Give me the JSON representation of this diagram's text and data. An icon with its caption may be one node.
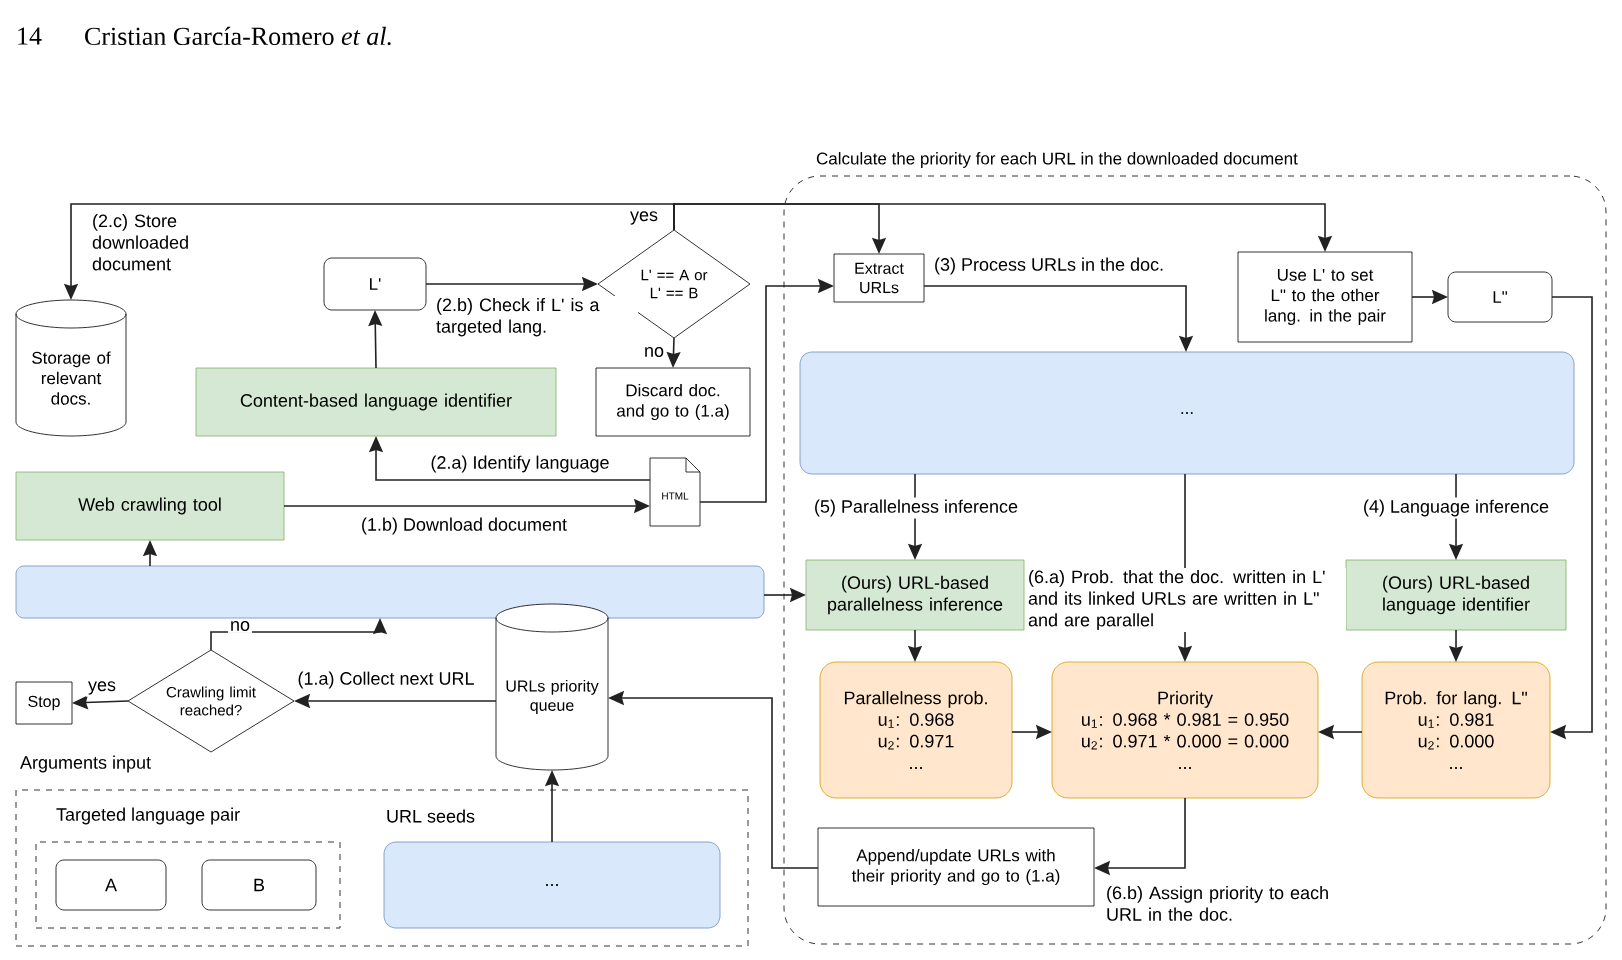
{
  "diagram": {
    "nodes": [
      {
        "text": [
          "Storage of relevant docs."
        ]
      },
      {
        "text": [
          "L'"
        ]
      },
      {
        "text": [
          "L' == A or L' == B"
        ]
      },
      {
        "text": [
          "Content-based language identifier"
        ]
      },
      {
        "text": [
          "Discard doc. and go to (1.a)"
        ]
      },
      {
        "text": [
          "Web crawling tool"
        ]
      },
      {
        "text": [
          "HTML"
        ]
      },
      {
        "text": [
          "Calculate the priority for each URL in the downloaded document"
        ]
      },
      {
        "text": [
          "Extract URLs"
        ],
        "in": 7
      },
      {
        "text": [
          "Use L' to set L\" to the other lang. in the pair"
        ],
        "in": 7
      },
      {
        "text": [
          "L\""
        ],
        "in": 7
      },
      {
        "text": [
          "..."
        ],
        "in": 7
      },
      {
        "text": [],
        "shape": "box"
      },
      {
        "text": [
          "Crawling limit reached?"
        ]
      },
      {
        "text": [
          "Stop"
        ]
      },
      {
        "text": [
          "URLs priority queue"
        ]
      },
      {
        "text": [
          "(Ours) URL-based parallelness inference"
        ],
        "in": 7
      },
      {
        "text": [
          "(Ours) URL-based language identifier"
        ],
        "in": 7
      },
      {
        "text": [
          "Parallelness prob.",
          "u$_{1}$: 0.968",
          "u$_{2}$: 0.971",
          "..."
        ],
        "in": 7
      },
      {
        "text": [
          "Priority",
          "u$_{1}$: 0.968 * 0.981 = 0.950",
          "u$_{2}$: 0.971 * 0.000 = 0.000",
          "..."
        ],
        "in": 7
      },
      {
        "text": [
          "Prob. for lang. L\"",
          "u$_{1}$: 0.981",
          "u$_{2}$: 0.000",
          "..."
        ],
        "in": 7
      },
      {
        "text": [
          "Append/update URLs with their priority and go to (1.a)"
        ],
        "in": 7
      },
      {
        "text": [
          "Arguments input"
        ]
      },
      {
        "text": [
          "Targeted language pair"
        ],
        "in": 22
      },
      {
        "text": [
          "A"
        ],
        "in": 23
      },
      {
        "text": [
          "B"
        ],
        "in": 23
      },
      {
        "text": [
          "URL seeds",
          "..."
        ],
        "in": 22
      }
    ],
    "edges": [
      {
        "from": 2,
        "to": 0,
        "arrow": "to",
        "label": "(2.c) Store downloaded document"
      },
      {
        "from": 2,
        "to": 8,
        "arrow": "to"
      },
      {
        "from": 2,
        "to": 9,
        "arrow": "to"
      },
      {
        "from": 1,
        "to": 2,
        "arrow": "to",
        "label": "(2.b) Check if L' is a targeted lang."
      },
      {
        "from": 2,
        "to": 4,
        "arrow": "to",
        "label": "no"
      },
      {
        "from": 3,
        "to": 1,
        "arrow": "to"
      },
      {
        "from": 6,
        "to": 3,
        "arrow": "to",
        "label": "(2.a) Identify language"
      },
      {
        "from": 5,
        "to": 6,
        "arrow": "to",
        "label": "(1.b) Download document"
      },
      {
        "from": 6,
        "to": 8,
        "arrow": "to"
      },
      {
        "from": 12,
        "to": 5,
        "arrow": "to"
      },
      {
        "from": 12,
        "to": 16,
        "arrow": "to"
      },
      {
        "from": 13,
        "to": 12,
        "arrow": "to",
        "label": "no"
      },
      {
        "from": 13,
        "to": 14,
        "arrow": "to",
        "label": "yes"
      },
      {
        "from": 15,
        "to": 13,
        "arrow": "to",
        "label": "(1.a) Collect next URL"
      },
      {
        "from": 26,
        "to": 15,
        "arrow": "to"
      },
      {
        "from": 21,
        "to": 15,
        "arrow": "to"
      },
      {
        "from": 8,
        "to": 11,
        "arrow": "to",
        "label": "(3) Process URLs in the doc."
      },
      {
        "from": 9,
        "to": 10,
        "arrow": "to"
      },
      {
        "from": 10,
        "to": 20,
        "arrow": "to"
      },
      {
        "from": 11,
        "to": 16,
        "arrow": "to",
        "label": "(5) Parallelness inference"
      },
      {
        "from": 11,
        "to": 19,
        "arrow": "to",
        "label": "(6.a) Prob. that the doc. written in L' and its linked URLs are written in L\" and are parallel"
      },
      {
        "from": 11,
        "to": 17,
        "arrow": "to",
        "label": "(4) Language inference"
      },
      {
        "from": 16,
        "to": 18,
        "arrow": "to"
      },
      {
        "from": 17,
        "to": 20,
        "arrow": "to"
      },
      {
        "from": 18,
        "to": 19,
        "arrow": "to"
      },
      {
        "from": 20,
        "to": 19,
        "arrow": "to"
      },
      {
        "from": 19,
        "to": 21,
        "arrow": "to",
        "label": "(6.b) Assign priority to each URL in the doc."
      }
    ],
    "labels": [
      "14",
      "Cristian García-Romero *et al.*",
      "yes"
    ]
  }
}
